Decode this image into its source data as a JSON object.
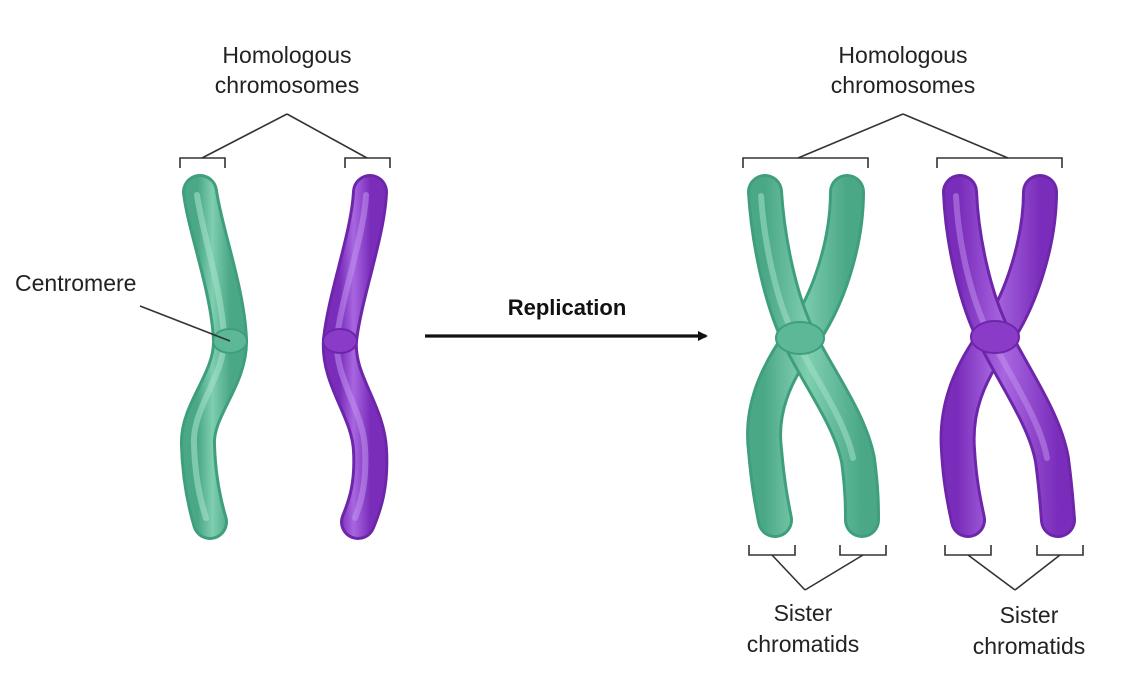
{
  "labels": {
    "homologous_left": [
      "Homologous",
      "chromosomes"
    ],
    "homologous_right": [
      "Homologous",
      "chromosomes"
    ],
    "centromere": "Centromere",
    "arrow": "Replication",
    "sister_left": [
      "Sister",
      "chromatids"
    ],
    "sister_right": [
      "Sister",
      "chromatids"
    ]
  },
  "colors": {
    "green": "#5cb897",
    "green_dark": "#3f9f7d",
    "green_light": "#8fd6bb",
    "purple": "#8a3cc9",
    "purple_dark": "#6d26aa",
    "purple_light": "#b77fe4",
    "line": "#333333",
    "arrow": "#111111"
  }
}
